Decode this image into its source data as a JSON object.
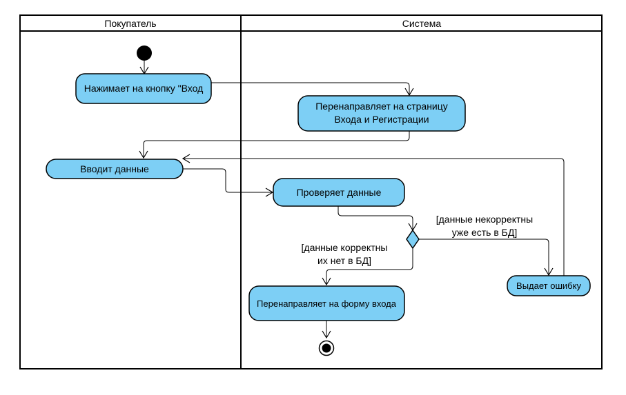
{
  "swimlanes": {
    "buyer": "Покупатель",
    "system": "Система"
  },
  "nodes": {
    "click_login": "Нажимает на кнопку \"Вход",
    "redirect_login_page": [
      "Перенаправляет на страницу",
      "Входа и Регистрации"
    ],
    "enter_data": "Вводит данные",
    "check_data": "Проверяет данные",
    "show_error": "Выдает ошибку",
    "redirect_login_form": "Перенаправляет на форму входа"
  },
  "guards": {
    "incorrect": [
      "[данные некорректны",
      "уже есть в БД]"
    ],
    "correct": [
      "[данные корректны",
      "их нет в БД]"
    ]
  },
  "colors": {
    "node_fill": "#7dcff5",
    "stroke": "#000000"
  }
}
